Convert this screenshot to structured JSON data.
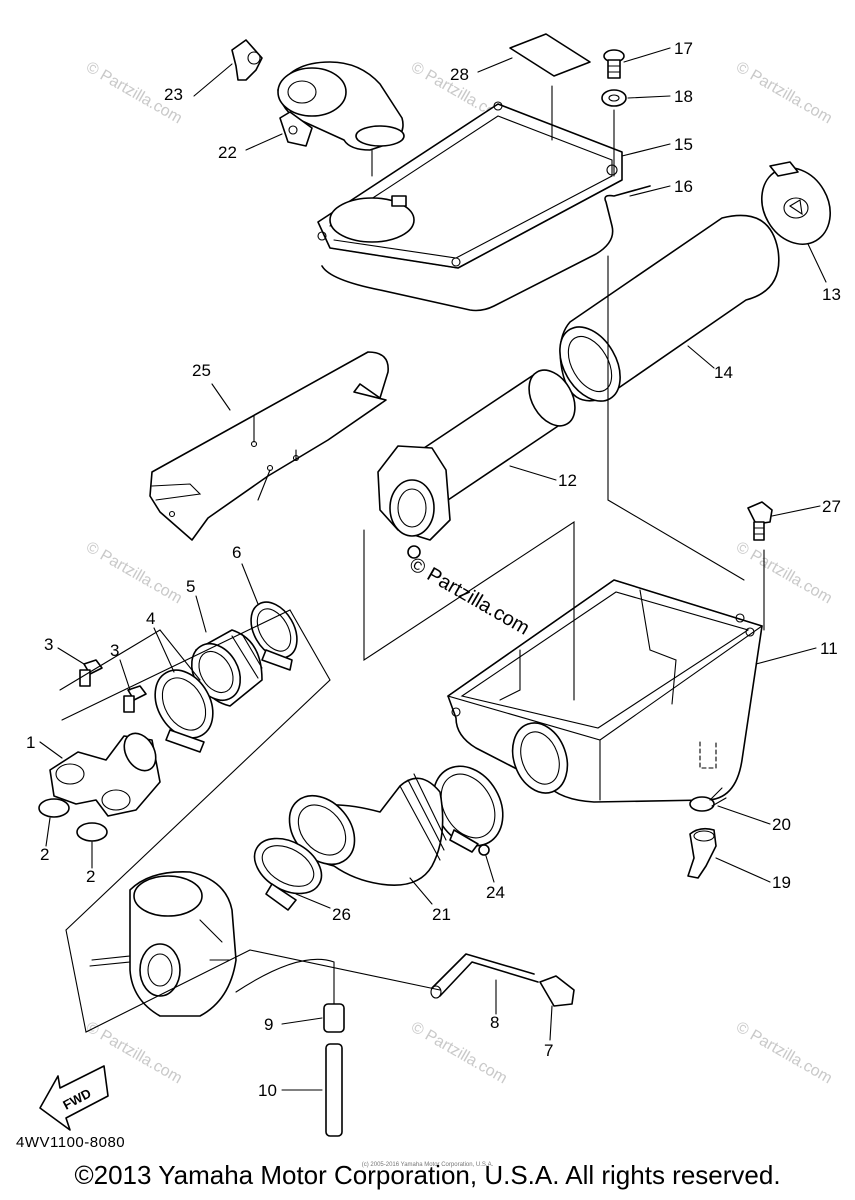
{
  "diagram_code": "4WV1100-8080",
  "copyright": "©2013 Yamaha Motor Corporation, U.S.A. All rights reserved.",
  "fine_print": "(c) 2005-2016 Yamaha Motor Corporation, U.S.A.",
  "watermark": "© Partzilla.com",
  "center_watermark": "© Partzilla.com",
  "fwd_label": "FWD",
  "callouts": [
    "1",
    "2",
    "2",
    "3",
    "3",
    "4",
    "5",
    "6",
    "7",
    "8",
    "9",
    "10",
    "11",
    "12",
    "13",
    "14",
    "15",
    "16",
    "17",
    "18",
    "19",
    "20",
    "21",
    "22",
    "23",
    "24",
    "25",
    "26",
    "27",
    "28"
  ]
}
